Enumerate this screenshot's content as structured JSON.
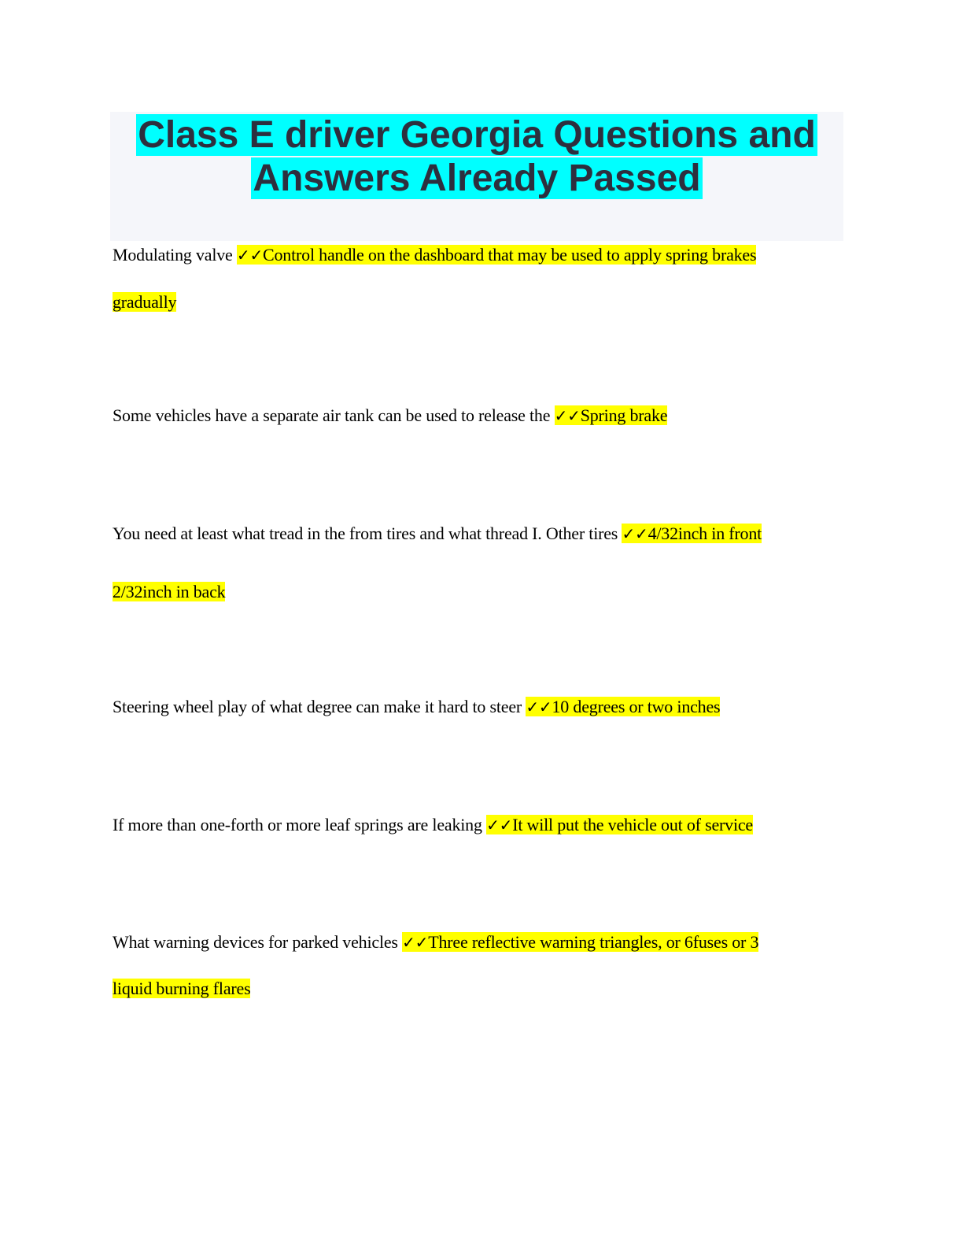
{
  "title": {
    "line1": "Class E driver Georgia Questions and",
    "line2": "Answers Already Passed"
  },
  "check_mark": "✓✓",
  "qa": [
    {
      "question": "Modulating valve ",
      "answer_line1": "Control handle on the dashboard that may be used to apply spring brakes",
      "answer_line2": "gradually"
    },
    {
      "question": "Some vehicles have a separate air tank can be used to release the ",
      "answer_line1": "Spring brake"
    },
    {
      "question": "You need at least what tread in the from tires and what thread I. Other tires ",
      "answer_line1": "4/32inch in front",
      "answer_line2": "2/32inch in back"
    },
    {
      "question": "Steering wheel play of what degree can make it hard to steer ",
      "answer_line1": "10 degrees or two inches"
    },
    {
      "question": "If more than one-forth or more leaf springs are leaking ",
      "answer_line1": "It will put the vehicle out of service"
    },
    {
      "question": "What warning devices for parked vehicles ",
      "answer_line1": "Three reflective warning triangles, or 6fuses or 3",
      "answer_line2": "liquid burning flares"
    }
  ]
}
